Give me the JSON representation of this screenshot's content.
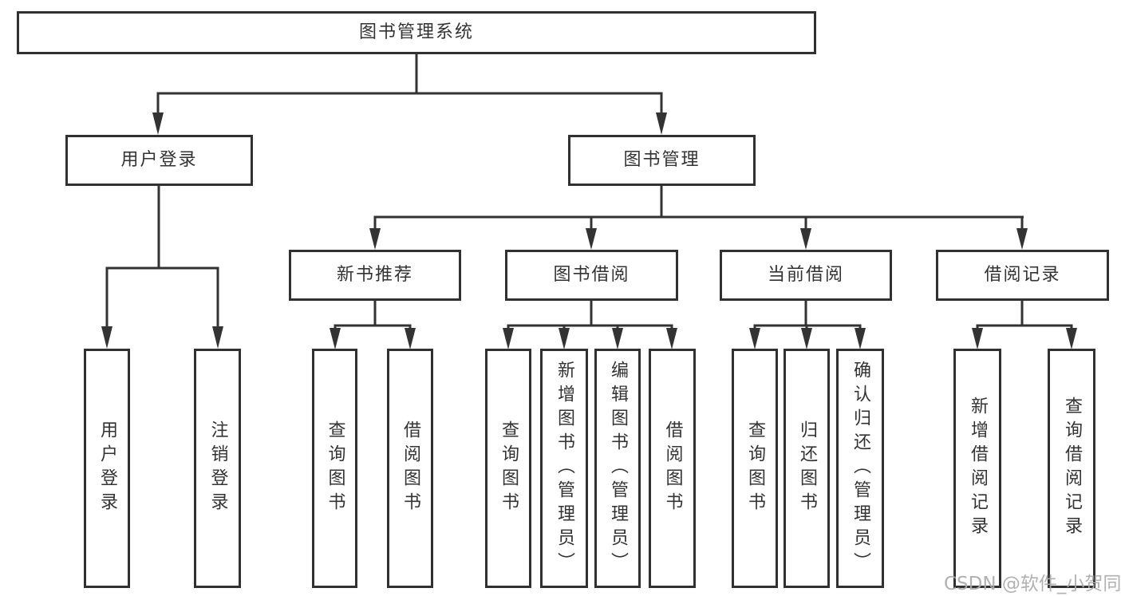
{
  "diagram": {
    "title_node": {
      "label": "图书管理系统"
    },
    "level2": [
      {
        "label": "用户登录"
      },
      {
        "label": "图书管理"
      }
    ],
    "level3": [
      {
        "label": "新书推荐",
        "parent": "图书管理"
      },
      {
        "label": "图书借阅",
        "parent": "图书管理"
      },
      {
        "label": "当前借阅",
        "parent": "图书管理"
      },
      {
        "label": "借阅记录",
        "parent": "图书管理"
      }
    ],
    "leaves": [
      {
        "label": "用户登录",
        "parent": "用户登录"
      },
      {
        "label": "注销登录",
        "parent": "用户登录"
      },
      {
        "label": "查询图书",
        "parent": "新书推荐"
      },
      {
        "label": "借阅图书",
        "parent": "新书推荐"
      },
      {
        "label": "查询图书",
        "parent": "图书借阅"
      },
      {
        "label": "新增图书（管理员）",
        "parent": "图书借阅"
      },
      {
        "label": "编辑图书（管理员）",
        "parent": "图书借阅"
      },
      {
        "label": "借阅图书",
        "parent": "图书借阅"
      },
      {
        "label": "查询图书",
        "parent": "当前借阅"
      },
      {
        "label": "归还图书",
        "parent": "当前借阅"
      },
      {
        "label": "确认归还（管理员）",
        "parent": "当前借阅"
      },
      {
        "label": "新增借阅记录",
        "parent": "借阅记录"
      },
      {
        "label": "查询借阅记录",
        "parent": "借阅记录"
      }
    ]
  },
  "watermark": {
    "text": "CSDN @软件_小贺同学"
  },
  "colors": {
    "line": "#333333",
    "box_border": "#313131",
    "text": "#333333",
    "background": "#ffffff",
    "watermark": "#ababab"
  }
}
